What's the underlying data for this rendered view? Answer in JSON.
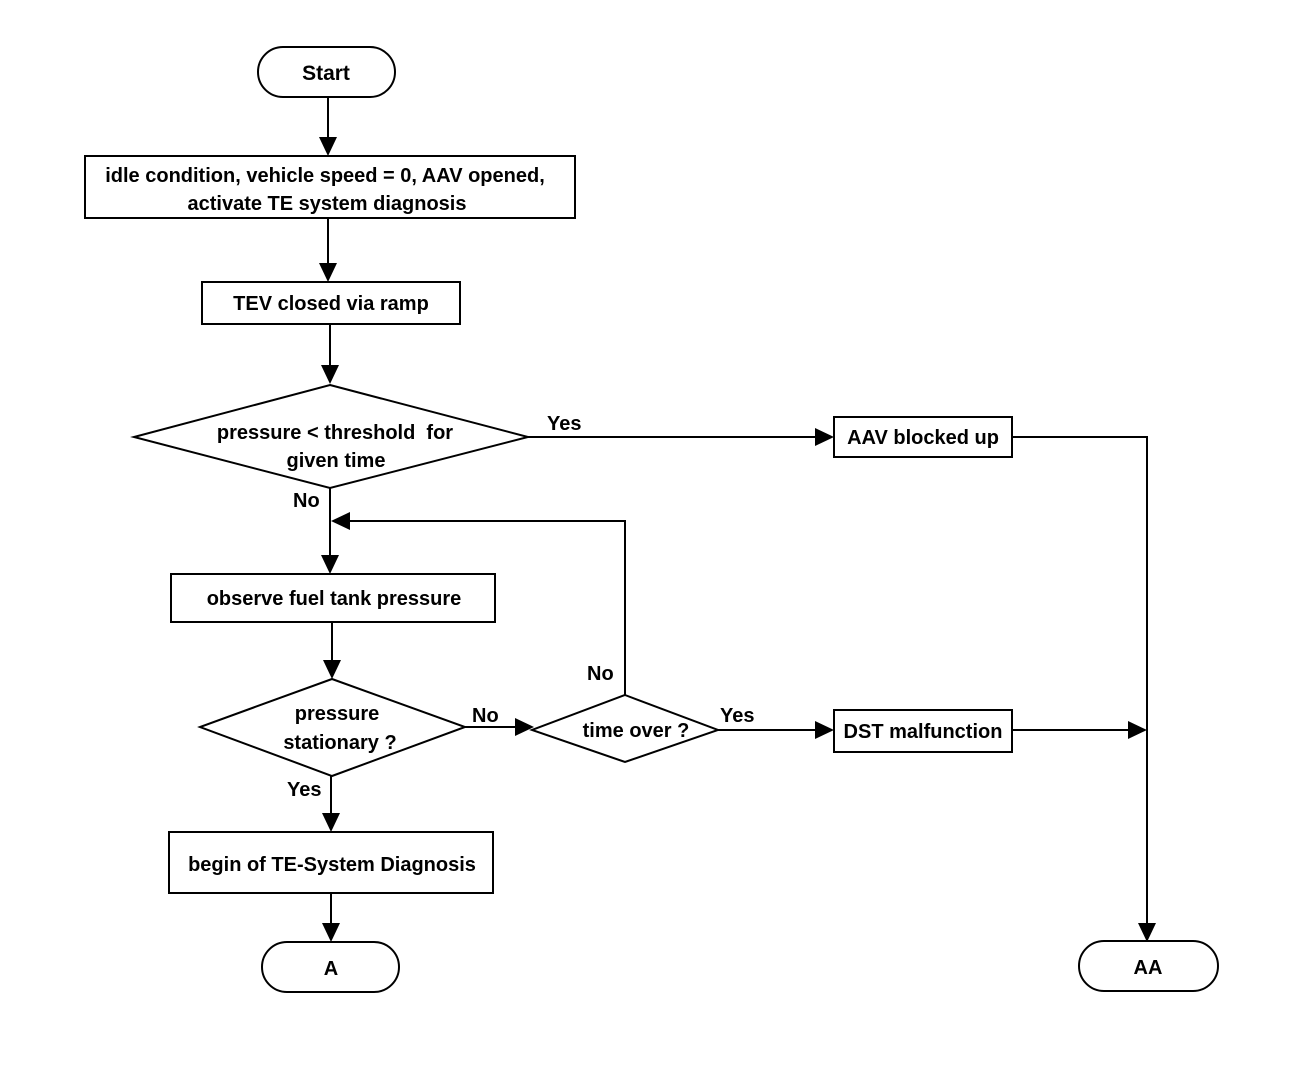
{
  "terminals": {
    "start": "Start",
    "a": "A",
    "aa": "AA"
  },
  "steps": {
    "idle_line1": "idle condition, vehicle speed = 0, AAV opened,",
    "idle_line2": "activate TE system diagnosis",
    "tev_closed": "TEV closed via ramp",
    "observe": "observe fuel tank pressure",
    "begin_diag": "begin of TE-System Diagnosis",
    "aav_blocked": "AAV blocked up",
    "dst_malfunction": "DST malfunction"
  },
  "decisions": {
    "threshold_line1": "pressure < threshold  for",
    "threshold_line2": "given time",
    "stationary_line1": "pressure",
    "stationary_line2": "stationary ?",
    "time_over": "time over ?"
  },
  "edge_labels": {
    "threshold_yes": "Yes",
    "threshold_no": "No",
    "stationary_yes": "Yes",
    "stationary_no": "No",
    "time_over_yes": "Yes",
    "time_over_no": "No"
  }
}
